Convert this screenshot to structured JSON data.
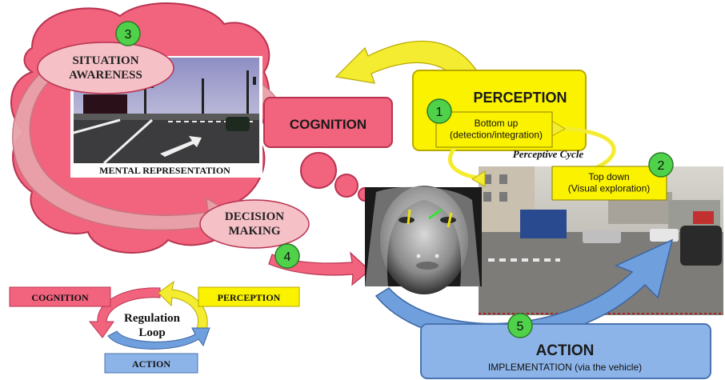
{
  "colors": {
    "cognition_fill": "#f2637e",
    "cognition_stroke": "#b83450",
    "bubble_fill": "#f6c0c7",
    "perception_fill": "#fbf200",
    "perception_stroke": "#b8a800",
    "action_fill": "#8db4e8",
    "action_stroke": "#4a74b0",
    "badge_fill": "#4fd24a",
    "arrow_pink": "#e08a94",
    "arrow_yellow": "#f4ec30",
    "arrow_blue": "#6f9fdc"
  },
  "nodes": {
    "situation_awareness": "SITUATION\nAWARENESS",
    "mental_representation": "MENTAL REPRESENTATION",
    "cognition": "COGNITION",
    "decision_making": "DECISION\nMAKING",
    "perception": "PERCEPTION",
    "bottom_up": "Bottom up\n(detection/integration)",
    "perceptive_cycle": "Perceptive Cycle",
    "top_down": "Top down\n(Visual exploration)",
    "action": "ACTION",
    "implementation": "IMPLEMENTATION (via the vehicle)"
  },
  "badges": [
    "1",
    "2",
    "3",
    "4",
    "5"
  ],
  "regulation_loop": {
    "title": "Regulation\nLoop",
    "cognition": "COGNITION",
    "perception": "PERCEPTION",
    "action": "ACTION"
  }
}
